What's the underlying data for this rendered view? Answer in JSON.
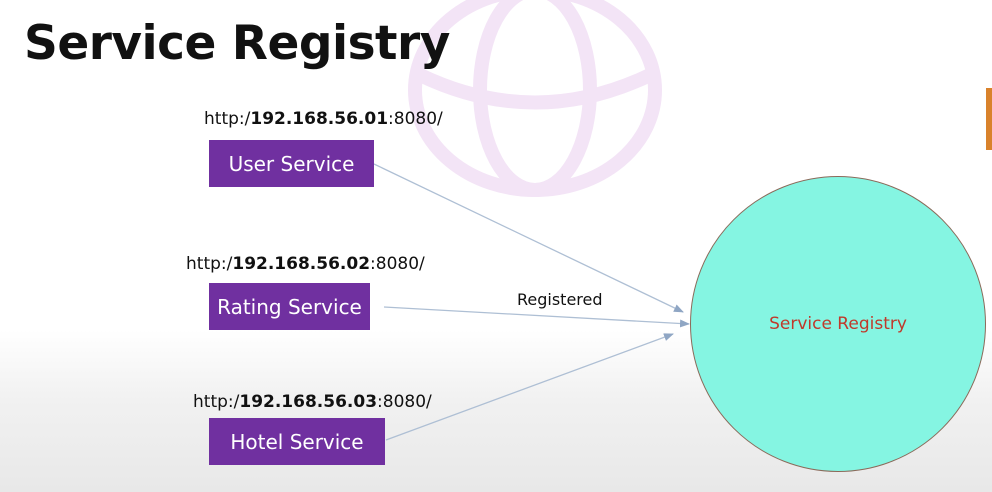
{
  "page": {
    "title": "Service Registry"
  },
  "services": [
    {
      "name": "User Service",
      "url_prefix": "http:/",
      "url_host": "192.168.56.01",
      "url_suffix": ":8080/"
    },
    {
      "name": "Rating Service",
      "url_prefix": "http:/",
      "url_host": "192.168.56.02",
      "url_suffix": ":8080/"
    },
    {
      "name": "Hotel Service",
      "url_prefix": "http:/",
      "url_host": "192.168.56.03",
      "url_suffix": ":8080/"
    }
  ],
  "registry": {
    "label": "Service Registry"
  },
  "edge": {
    "label": "Registered"
  },
  "colors": {
    "service_box": "#7030a0",
    "registry_fill": "#85f5e2",
    "registry_text": "#c0392b",
    "arrow": "#9fb3cc",
    "accent": "#d9822b"
  }
}
